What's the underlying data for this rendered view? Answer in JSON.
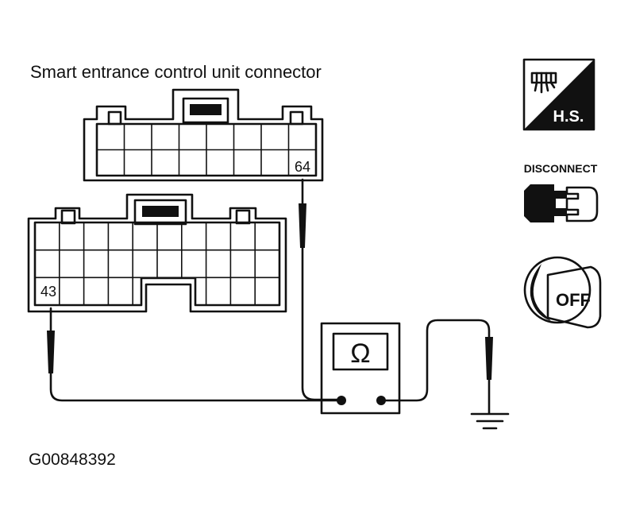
{
  "title": "Smart entrance control unit connector",
  "figure_id": "G00848392",
  "upper_connector": {
    "pin": "64",
    "rows": 2,
    "cols": 8
  },
  "lower_connector": {
    "pin": "43",
    "rows": 3,
    "cols": 10
  },
  "meter": {
    "symbol": "Ω"
  },
  "icons": {
    "harness_side": {
      "text": "H.S."
    },
    "disconnect": {
      "text": "DISCONNECT"
    },
    "ignition": {
      "text": "OFF"
    }
  }
}
